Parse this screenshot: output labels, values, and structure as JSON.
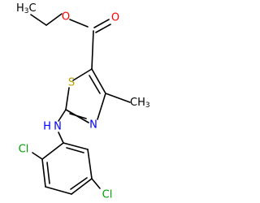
{
  "colors": {
    "background": "#ffffff",
    "bond": "#000000",
    "carbon": "#000000",
    "oxygen": "#ff0000",
    "nitrogen": "#0000ff",
    "sulfur": "#b8a000",
    "chlorine": "#00a000"
  },
  "labels": {
    "ch3_main": "H",
    "ch3_sub": "3",
    "ch3_tail": "C",
    "ester_o": "O",
    "carbonyl_o": "O",
    "ring_s": "S",
    "ring_n": "N",
    "methyl": "CH",
    "methyl_sub": "3",
    "amine_h": "H",
    "amine_n": "N",
    "cl_top": "Cl",
    "cl_bottom": "Cl"
  }
}
